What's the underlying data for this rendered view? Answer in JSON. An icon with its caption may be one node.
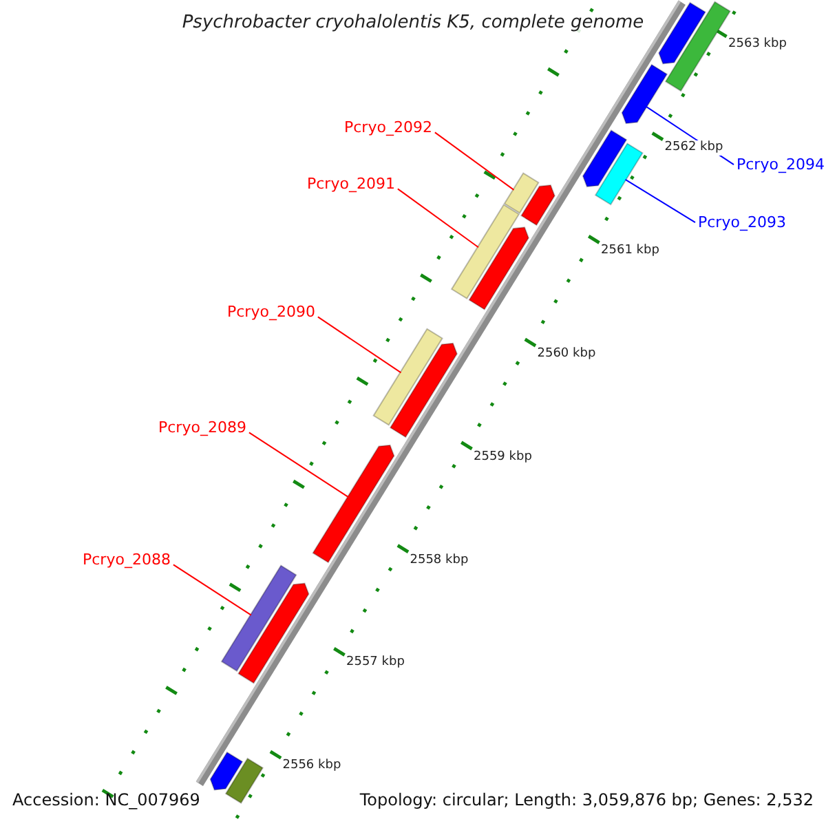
{
  "diagram": {
    "title": "Psychrobacter cryohalolentis K5, complete genome",
    "nodes": [
      {
        "text": [
          "Pcryo_2092"
        ]
      },
      {
        "text": [
          "Pcryo_2094"
        ]
      },
      {
        "text": [
          "Pcryo_2091"
        ]
      },
      {
        "text": [
          "Pcryo_2093"
        ]
      },
      {
        "text": [
          "Pcryo_2090"
        ]
      },
      {
        "text": [
          "Pcryo_2089"
        ]
      },
      {
        "text": [
          "Pcryo_2088"
        ]
      },
      {
        "text": [],
        "shape": "arrow"
      },
      {
        "text": [],
        "shape": "bar"
      },
      {
        "text": [],
        "shape": "arrow"
      },
      {
        "text": [],
        "shape": "arrow"
      },
      {
        "text": [],
        "shape": "bar"
      },
      {
        "text": [],
        "shape": "arrow"
      },
      {
        "text": [],
        "shape": "bar"
      },
      {
        "text": [],
        "shape": "bar"
      },
      {
        "text": [],
        "shape": "arrow"
      },
      {
        "text": [],
        "shape": "bar"
      },
      {
        "text": [],
        "shape": "arrow"
      },
      {
        "text": [],
        "shape": "arrow"
      },
      {
        "text": [],
        "shape": "bar"
      },
      {
        "text": [],
        "shape": "arrow"
      },
      {
        "text": [],
        "shape": "arrow"
      },
      {
        "text": [],
        "shape": "bar"
      }
    ],
    "edges": [
      {
        "from": 0,
        "to": 13,
        "arrow": "none"
      },
      {
        "from": 1,
        "to": 9,
        "arrow": "none",
        "color": "#0000ff"
      },
      {
        "from": 2,
        "to": 14,
        "arrow": "none"
      },
      {
        "from": 3,
        "to": 11,
        "arrow": "none",
        "color": "#0000ff"
      },
      {
        "from": 4,
        "to": 16,
        "arrow": "none"
      },
      {
        "from": 5,
        "to": 18,
        "arrow": "none"
      },
      {
        "from": 6,
        "to": 19,
        "arrow": "none"
      }
    ],
    "labels": [
      "2563 kbp",
      "2562 kbp",
      "2561 kbp",
      "2560 kbp",
      "2559 kbp",
      "2558 kbp",
      "2557 kbp",
      "2556 kbp",
      "Accession: NC_007969",
      "Topology: circular; Length: 3,059,876 bp; Genes: 2,532"
    ]
  }
}
